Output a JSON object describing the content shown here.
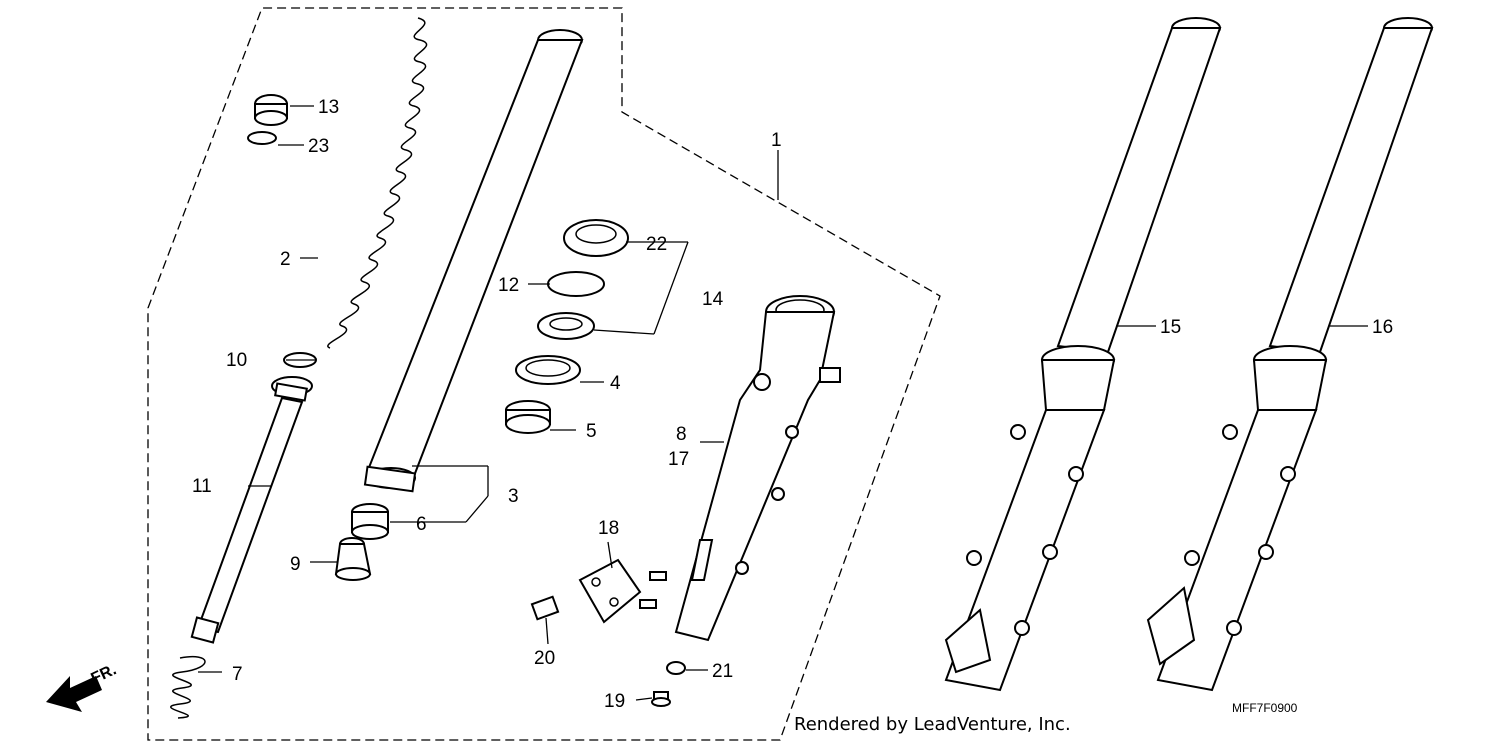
{
  "diagram": {
    "callouts": {
      "c1": "1",
      "c2": "2",
      "c3": "3",
      "c4": "4",
      "c5": "5",
      "c6": "6",
      "c7": "7",
      "c8": "8",
      "c9": "9",
      "c10": "10",
      "c11": "11",
      "c12": "12",
      "c13": "13",
      "c14": "14",
      "c15": "15",
      "c16": "16",
      "c17": "17",
      "c18": "18",
      "c19": "19",
      "c20": "20",
      "c21": "21",
      "c22": "22",
      "c23": "23"
    },
    "front_marker": "FR.",
    "credit": "Rendered by LeadVenture, Inc.",
    "diagram_code": "MFF7F0900"
  }
}
